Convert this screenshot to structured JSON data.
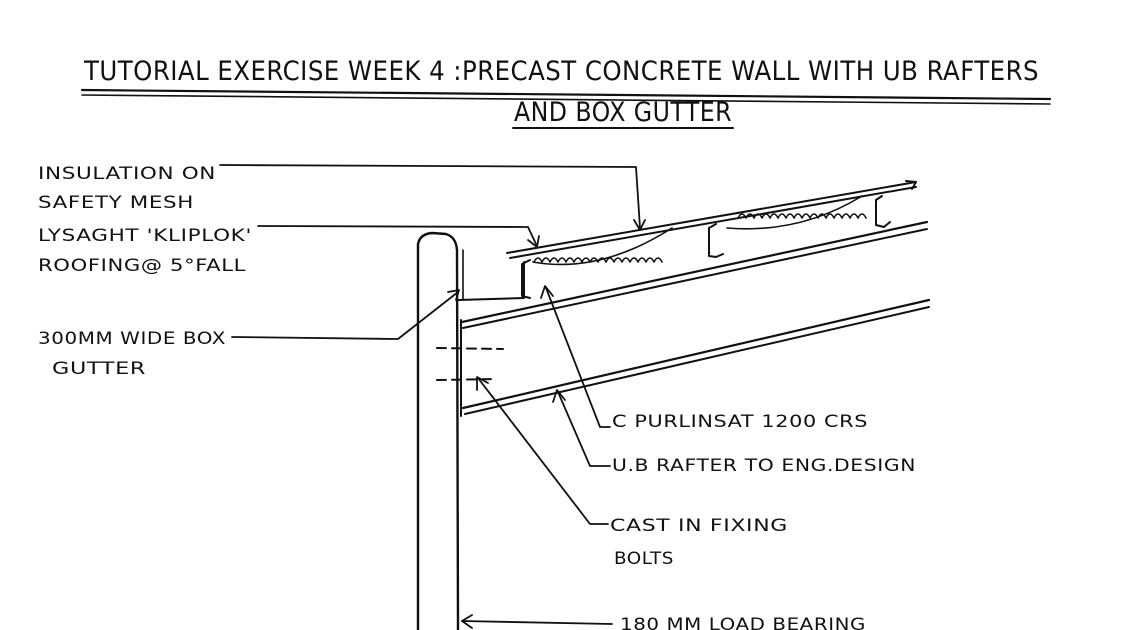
{
  "title": {
    "line1": "TUTORIAL EXERCISE WEEK 4 :PRECAST CONCRETE WALL WITH UB RAFTERS",
    "line2": "AND BOX GUTTER"
  },
  "labels": {
    "insulation_1": "INSULATION ON",
    "insulation_2": "SAFETY MESH",
    "roofing_1": "LYSAGHT 'KLIPLOK'",
    "roofing_2": "ROOFING@ 5°FALL",
    "gutter_1": "300MM WIDE BOX",
    "gutter_2": "GUTTER",
    "purlins": "C PURLINSAT 1200 CRS",
    "rafter": "U.B RAFTER TO ENG.DESIGN",
    "bolts_1": "CAST IN FIXING",
    "bolts_2": "BOLTS",
    "wall": "180 MM LOAD BEARING"
  },
  "colors": {
    "ink": "#111111",
    "paper": "#ffffff"
  }
}
